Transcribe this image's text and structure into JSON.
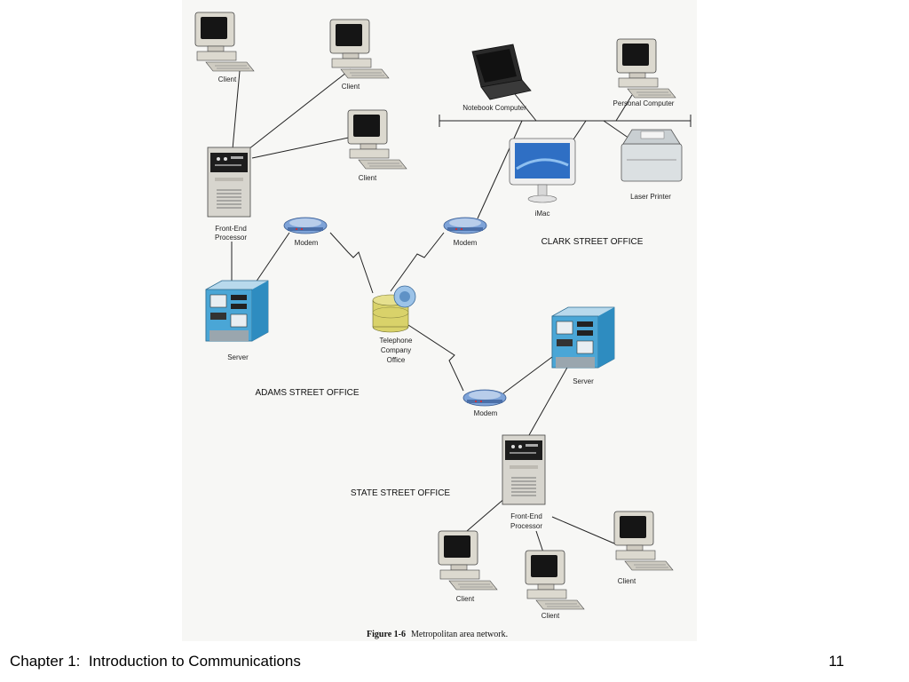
{
  "labels": {
    "client_tl": "Client",
    "client_tr": "Client",
    "client_mid": "Client",
    "fep_adams_1": "Front-End",
    "fep_adams_2": "Processor",
    "modem_adams": "Modem",
    "server_adams": "Server",
    "adams_office": "ADAMS STREET OFFICE",
    "telco_1": "Telephone",
    "telco_2": "Company",
    "telco_3": "Office",
    "notebook": "Notebook Computer",
    "pc": "Personal Computer",
    "imac": "iMac",
    "laser": "Laser Printer",
    "modem_clark": "Modem",
    "clark_office": "CLARK STREET OFFICE",
    "server_state": "Server",
    "modem_state": "Modem",
    "state_office": "STATE STREET OFFICE",
    "fep_state_1": "Front-End",
    "fep_state_2": "Processor",
    "client_bl": "Client",
    "client_bm": "Client",
    "client_br": "Client"
  },
  "caption": {
    "figure_number": "Figure 1-6",
    "text": "Metropolitan area network."
  },
  "footer": {
    "chapter": "Chapter 1:  Introduction to Communications",
    "page": "11"
  },
  "colors": {
    "server_blue": "#4aa6d6",
    "modem_blue": "#7ea3d8",
    "crt_beige": "#d9d6cc"
  }
}
